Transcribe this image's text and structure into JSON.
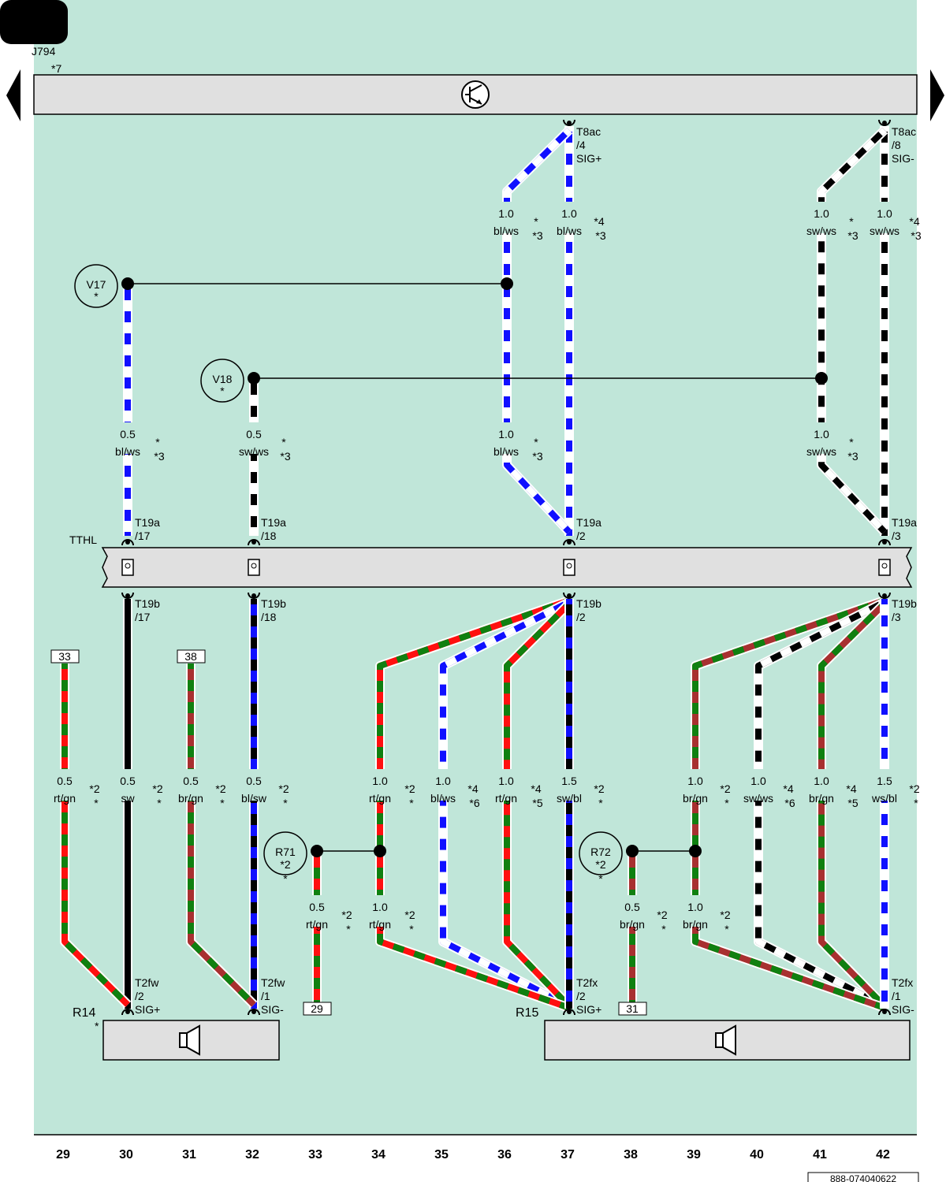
{
  "page": {
    "doc_id": "888-074040622"
  },
  "colors": {
    "background": "#c0e6d9",
    "bl": "#1010ff",
    "sw": "#000000",
    "ws": "#ffffff",
    "rt": "#ff1010",
    "gn": "#108010",
    "br": "#a83030",
    "component": "#e0e0e0"
  },
  "header": {
    "unit": "J794",
    "unit_note": "*7"
  },
  "connector_tthl": {
    "label": "TTHL"
  },
  "columns": [
    "29",
    "30",
    "31",
    "32",
    "33",
    "34",
    "35",
    "36",
    "37",
    "38",
    "39",
    "40",
    "41",
    "42"
  ],
  "top_pins": [
    {
      "id": "t8ac4",
      "lines": [
        "T8ac",
        "/4",
        "SIG+"
      ]
    },
    {
      "id": "t8ac8",
      "lines": [
        "T8ac",
        "/8",
        "SIG-"
      ]
    }
  ],
  "mid_pins": [
    {
      "id": "t19a17",
      "lines": [
        "T19a",
        "/17"
      ]
    },
    {
      "id": "t19a18",
      "lines": [
        "T19a",
        "/18"
      ]
    },
    {
      "id": "t19a2",
      "lines": [
        "T19a",
        "/2"
      ]
    },
    {
      "id": "t19a3",
      "lines": [
        "T19a",
        "/3"
      ]
    },
    {
      "id": "t19b17",
      "lines": [
        "T19b",
        "/17"
      ]
    },
    {
      "id": "t19b18",
      "lines": [
        "T19b",
        "/18"
      ]
    },
    {
      "id": "t19b2",
      "lines": [
        "T19b",
        "/2"
      ]
    },
    {
      "id": "t19b3",
      "lines": [
        "T19b",
        "/3"
      ]
    }
  ],
  "bottom_pins": [
    {
      "id": "t2fw2",
      "lines": [
        "T2fw",
        "/2",
        "SIG+"
      ]
    },
    {
      "id": "t2fw1",
      "lines": [
        "T2fw",
        "/1",
        "SIG-"
      ]
    },
    {
      "id": "t2fx2",
      "lines": [
        "T2fx",
        "/2",
        "SIG+"
      ]
    },
    {
      "id": "t2fx1",
      "lines": [
        "T2fx",
        "/1",
        "SIG-"
      ]
    }
  ],
  "suppressors": [
    {
      "id": "v17",
      "name": "V17",
      "note": "*"
    },
    {
      "id": "v18",
      "name": "V18",
      "note": "*"
    },
    {
      "id": "r71",
      "name": "R71",
      "note": "*2",
      "extra": "*"
    },
    {
      "id": "r72",
      "name": "R72",
      "note": "*2",
      "extra": "*"
    }
  ],
  "speakers": [
    {
      "id": "r14",
      "name": "R14",
      "note": "*"
    },
    {
      "id": "r15",
      "name": "R15",
      "note": ""
    }
  ],
  "ref_boxes": [
    "33",
    "38",
    "29",
    "31"
  ],
  "wire_labels": [
    {
      "id": "w36a",
      "size": "1.0",
      "color": "bl/ws",
      "n1": "*",
      "n2": "*3"
    },
    {
      "id": "w37a",
      "size": "1.0",
      "color": "bl/ws",
      "n1": "*4",
      "n2": "*3"
    },
    {
      "id": "w41a",
      "size": "1.0",
      "color": "sw/ws",
      "n1": "*",
      "n2": "*3"
    },
    {
      "id": "w42a",
      "size": "1.0",
      "color": "sw/ws",
      "n1": "*4",
      "n2": "*3"
    },
    {
      "id": "w30b",
      "size": "0.5",
      "color": "bl/ws",
      "n1": "*",
      "n2": "*3"
    },
    {
      "id": "w32b",
      "size": "0.5",
      "color": "sw/ws",
      "n1": "*",
      "n2": "*3"
    },
    {
      "id": "w36b",
      "size": "1.0",
      "color": "bl/ws",
      "n1": "*",
      "n2": "*3"
    },
    {
      "id": "w41b",
      "size": "1.0",
      "color": "sw/ws",
      "n1": "*",
      "n2": "*3"
    },
    {
      "id": "w29c",
      "size": "0.5",
      "color": "rt/gn",
      "n1": "*2",
      "n2": "*"
    },
    {
      "id": "w30c",
      "size": "0.5",
      "color": "sw",
      "n1": "*2",
      "n2": "*"
    },
    {
      "id": "w31c",
      "size": "0.5",
      "color": "br/gn",
      "n1": "*2",
      "n2": "*"
    },
    {
      "id": "w32c",
      "size": "0.5",
      "color": "bl/sw",
      "n1": "*2",
      "n2": "*"
    },
    {
      "id": "w34c",
      "size": "1.0",
      "color": "rt/gn",
      "n1": "*2",
      "n2": "*"
    },
    {
      "id": "w35c",
      "size": "1.0",
      "color": "bl/ws",
      "n1": "*4",
      "n2": "*6"
    },
    {
      "id": "w36c",
      "size": "1.0",
      "color": "rt/gn",
      "n1": "*4",
      "n2": "*5"
    },
    {
      "id": "w37c",
      "size": "1.5",
      "color": "sw/bl",
      "n1": "*2",
      "n2": "*"
    },
    {
      "id": "w39c",
      "size": "1.0",
      "color": "br/gn",
      "n1": "*2",
      "n2": "*"
    },
    {
      "id": "w40c",
      "size": "1.0",
      "color": "sw/ws",
      "n1": "*4",
      "n2": "*6"
    },
    {
      "id": "w41c",
      "size": "1.0",
      "color": "br/gn",
      "n1": "*4",
      "n2": "*5"
    },
    {
      "id": "w42c",
      "size": "1.5",
      "color": "ws/bl",
      "n1": "*2",
      "n2": "*"
    },
    {
      "id": "w33d",
      "size": "0.5",
      "color": "rt/gn",
      "n1": "*2",
      "n2": "*"
    },
    {
      "id": "w34d",
      "size": "1.0",
      "color": "rt/gn",
      "n1": "*2",
      "n2": "*"
    },
    {
      "id": "w38d",
      "size": "0.5",
      "color": "br/gn",
      "n1": "*2",
      "n2": "*"
    },
    {
      "id": "w39d",
      "size": "1.0",
      "color": "br/gn",
      "n1": "*2",
      "n2": "*"
    }
  ]
}
